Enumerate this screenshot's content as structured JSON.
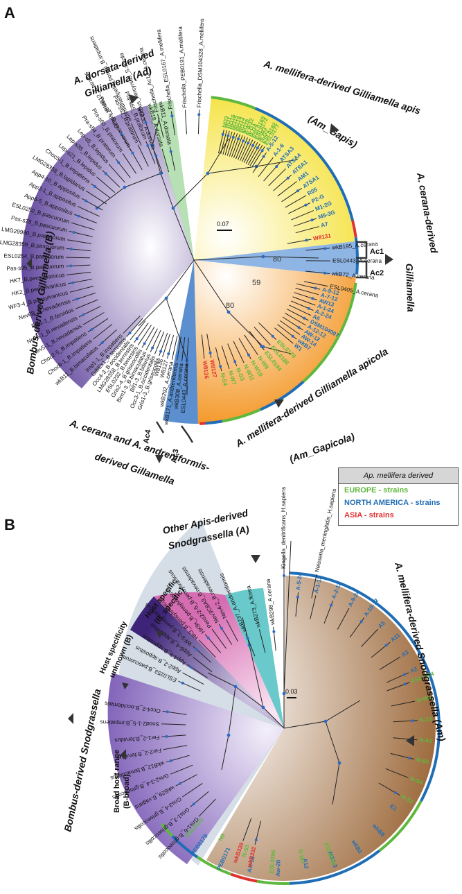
{
  "panelA": {
    "label": "A",
    "titles": {
      "dorsata": "A. dorsata-derived",
      "dorsata2": "Gilliamella (Ad)",
      "ammellifera": "A. mellifera-derived Gilliamella apis",
      "ammellifera_sub": "(Am_Gapis)",
      "cerana1": "A. cerana-derived",
      "cerana2": "Gilliamella",
      "bombus": "Bombus-derived Gilliamella (B)",
      "apicola": "A. mellifera-derived Gilliamella apicola",
      "apicola_sub": "(Am_Gapicola)",
      "cerana_andr1": "A. cerana and A. andreniformis-",
      "cerana_andr2": "derived Gillamella"
    },
    "clade_tags": [
      "Ac1",
      "Ac2",
      "Ac3",
      "Ac4"
    ],
    "support": [
      "80",
      "59",
      "80"
    ],
    "scale": "0.07",
    "outgroups": [
      "Orbus_IPMB12_Z.atratus",
      "Schmidhempelia_bombi_B.impatiens",
      "Orbus_hercynius_S.scrofa",
      "Frischella_Ac13_A.cerana",
      "Frischella_ESL0167_A.mellifera",
      "Frischella_PEB0191_A.mellifera",
      "Frischella_DSM104328_A.mellifera"
    ],
    "dorsata_leaves": [
      "wkB30_A.dorsata",
      "wkB18_A.dorsata",
      "wkB11_A.dorsata"
    ],
    "bombus_leaves": [
      "wkB11_B.bimaculatus",
      "Choc6-1_B.impatiens",
      "Choc2-5_B.impatiens",
      "Nev5-1_B.nevadensis",
      "Nev6-1_B.nevadensis",
      "Fer1-1_B.fervidus",
      "Nev6B_B.nevadensis",
      "WF3-4_B.pensylvanicus",
      "HK2_B.pensylvanicus",
      "HK7_B.pensylvanicus",
      "Pas-s95_B.pascuorum",
      "ESL0254_B.pascuorum",
      "LMG28359_B.pascuorum",
      "LMG29980_B.pascuorum",
      "Pas-s25_B.pascuorum",
      "ESL0250_B.pascuorum",
      "App6-5_B.appositus",
      "App2-1_B.appositus",
      "App4-10_B.appositus",
      "LMG28358_B.lapidarius",
      "Choc5-1_B.impatiens",
      "Lep-s21_B.lepidus",
      "Lep-s35_B.lepidus",
      "Lep-s5_B.lepidus",
      "Pra-s54_B.pratorum",
      "Pra-s60_B.pratorum",
      "Pas-s27_B.pascuorum",
      "Pas-s52_B.pratorum",
      "Pra-s65_B.pratorum"
    ],
    "bombus_inner": [
      "Gris1-3_B.griseocollis",
      "Occ3-1_B.occidentalis",
      "Bif1-3_B.bifarius",
      "Bim1-3_B.bimaculatus",
      "Gris2-4_B.griseocollis",
      "ESL0232_B.terrestris",
      "LMG28358_B.terrestris",
      "Occ4-3_B.occidentalis",
      "GilliEx1_B.terrestris",
      "Imp1-1_B.impatiens"
    ],
    "cerana_andr_leaves": [
      "ESL0443_A.cerana",
      "wkB308_A.cerana",
      "wkB171_A.andreniformis",
      "wkB292_A.cerana",
      "W8127",
      "W8136"
    ],
    "ac1_leaves": [
      "wkB195_A.cerana",
      "ESL0443_A.cerana",
      "wkB72_A.cerana",
      "ESL0405_A.cerana"
    ],
    "gapis_eu": [
      "NO3",
      "NO1",
      "NO16",
      "NO15",
      "NO14",
      "NO13",
      "NO12",
      "NO10",
      "A-4-12",
      "N-G1",
      "N-G4",
      "ESL0169",
      "ESL0172",
      "N-W3",
      "N-G2",
      "ESL0182",
      "ESL0177"
    ],
    "gapis_na": [
      "A-5-12",
      "A-1-6",
      "ATSA3",
      "ATSA4",
      "ATSA1",
      "AM1",
      "ATSA1",
      "R05",
      "P2-G",
      "M1-2G",
      "M5-3G",
      "A7"
    ],
    "gapis_as": [
      "W8131"
    ],
    "apicola_na": [
      "A-9-12",
      "A-7-12",
      "AW13",
      "A-1-24",
      "A-2-24",
      "A6",
      "DSM104097",
      "A-12-12",
      "AW-12",
      "AW-14",
      "wkB7",
      "W1"
    ],
    "apicola_eu": [
      "ESL0178",
      "ESL0186",
      "ESL0194",
      "N-W8",
      "N-W10",
      "N-W11",
      "N-G3",
      "N-W7",
      "N-S4"
    ],
    "apicola_as": [
      "W8127",
      "W8136"
    ]
  },
  "panelB": {
    "label": "B",
    "titles": {
      "other": "Other Apis-derived",
      "other2": "Snodgrassella (A)",
      "bombus": "Bombus-derived Snodgrassella",
      "ammellifera": "A. mellifera-derived Snodgrassella (Am)",
      "host_specific": "Host specific",
      "host_specific2": "(B_specific)",
      "host_unknown": "Host specificity",
      "host_unknown2": "unknown (B)",
      "broad": "Broad host range",
      "broad2": "(B-broad)"
    },
    "scale": "0.03",
    "outgroups": [
      "Kingella_denitrificans_H.sapiens",
      "Neisseria_meningitidis_H.sapiens"
    ],
    "other_leaves": [
      "wkB237_A.andreniformis",
      "wkB273_A.florea",
      "wkB298_A.cerana"
    ],
    "specific_leaves": [
      "WF3-3_B.pensylvanicus",
      "HK3_B.pensylvanicus",
      "HK9x_B.pensylvanicus",
      "Pens2-2-5_B.pensylvanicus",
      "Nev3CBA3_B.nevadensis",
      "Nev4-2_B.nevadensis"
    ],
    "unknown_leaves": [
      "ESL0253_B.pascuorum",
      "App2-2_B.appositus",
      "App4-8_B.appositus",
      "App6-4_B.appositus"
    ],
    "broad_leaves": [
      "Occ4-2_B.occidentalis",
      "Snod2-1-5_B.impatiens",
      "Fer1-2_B.fervidus",
      "Fer2-2_B.fervidus",
      "wkB12_B.bimaculatus",
      "Gris2-3-4_B.griseocollis",
      "wkB29_B.vagans",
      "Gris3-4_B.griseocollis",
      "Gris1-3_B.griseocollis",
      "Gris1-6_B.griseocollis"
    ],
    "am_na": [
      "A-5-24",
      "A-1-12",
      "A-2-12",
      "A-9-24",
      "A-10-12",
      "A5",
      "A11",
      "A3",
      "A2",
      "E1",
      "wkB9",
      "wkB2",
      "MS1-3",
      "A12",
      "Aw-20",
      "Aw-18",
      "PEB0171",
      "PEB0178"
    ],
    "am_eu": [
      "ESL0324",
      "N-W4",
      "N-23",
      "N-S1",
      "N-S5",
      "N-S4",
      "N-S2",
      "ESL0304",
      "N-W7",
      "ESL0196",
      "N-S3",
      "N9",
      "ESL0323"
    ],
    "am_as": [
      "wkB332",
      "wkB339"
    ]
  },
  "legend": {
    "header": "Ap. mellifera derived",
    "europe": "EUROPE - strains",
    "north_america": "NORTH AMERICA - strains",
    "asia": "ASIA - strains"
  },
  "colors": {
    "europe": "#5fb83e",
    "north_america": "#1f6db5",
    "asia": "#e0312e",
    "bombus_purple": "#6a4fa3",
    "dorsata_green": "#8fcf8a",
    "gapis_yellow": "#f5e44b",
    "apicola_orange": "#f5a53a",
    "cerana_blue": "#5b8fd0",
    "snod_brown": "#a77a4f",
    "snod_teal": "#4fc1c4",
    "snod_pink": "#d873b8",
    "snod_purple": "#4a2f86",
    "snod_lilac": "#8a6fbf",
    "grey_band": "#d5dde6"
  }
}
